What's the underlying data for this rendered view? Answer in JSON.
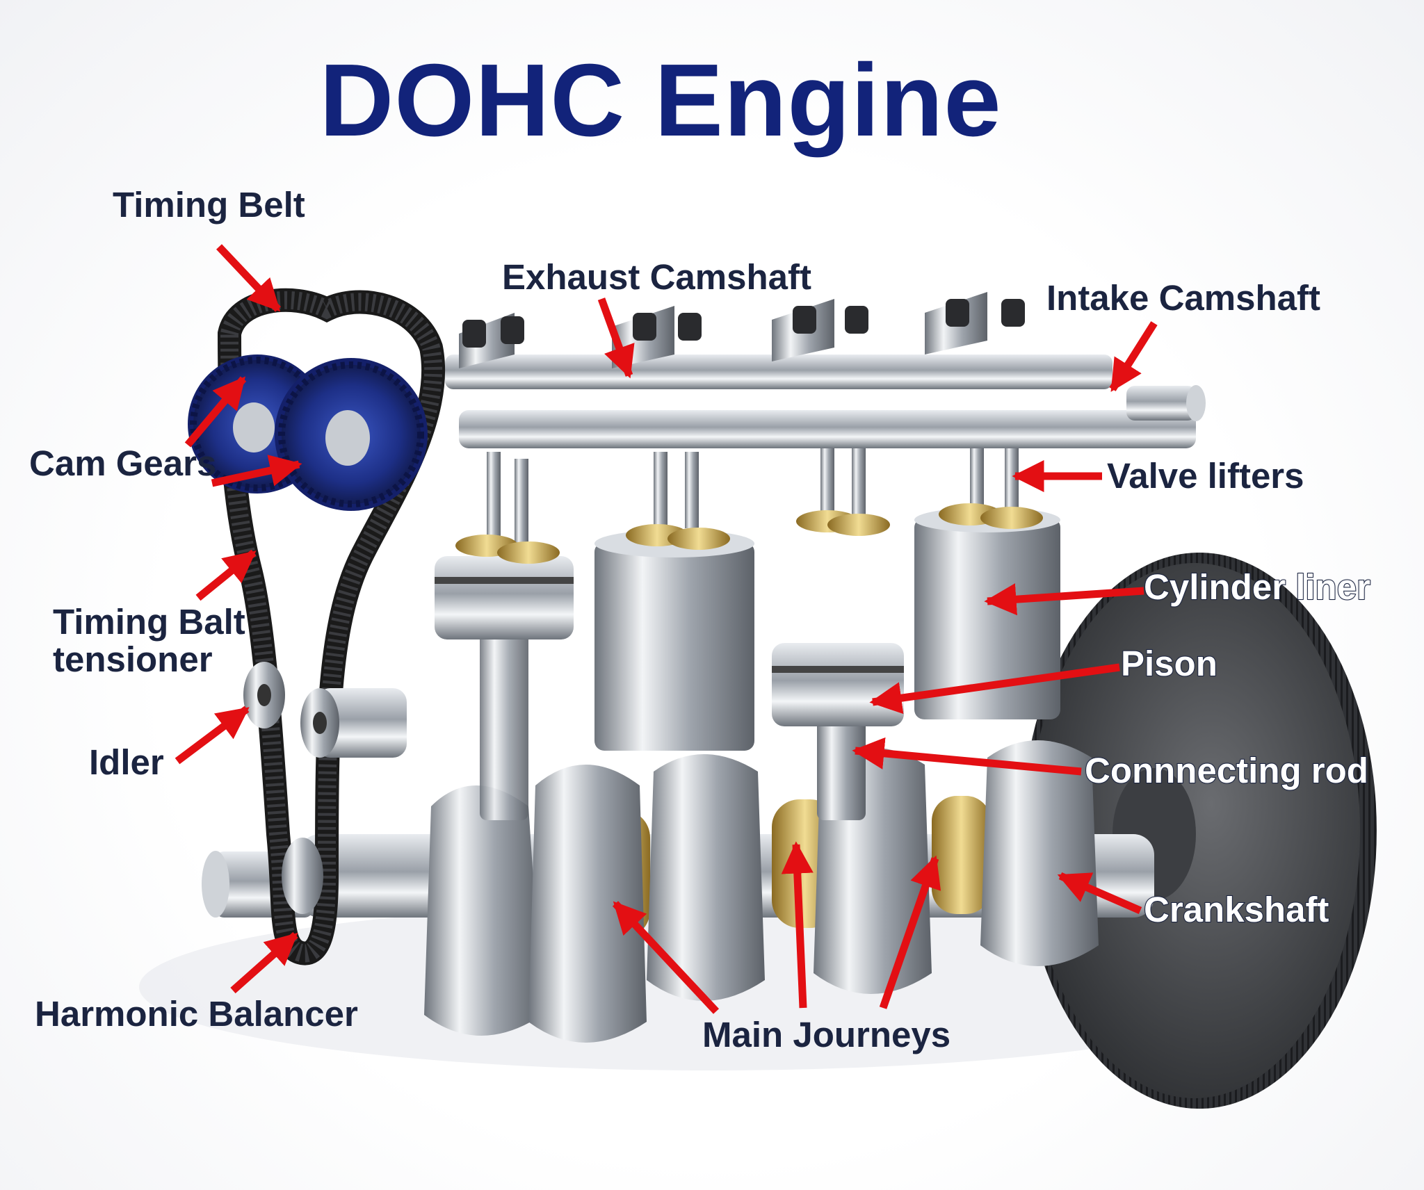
{
  "title": "DOHC Engine",
  "colors": {
    "title": "#12237a",
    "label": "#1b2440",
    "arrow": "#e30f13",
    "gear": "#1f3a9a",
    "belt": "#1a1a1a",
    "steel": "#b9bec6",
    "brass": "#c9a24a"
  },
  "labels": {
    "timing_belt": "Timing Belt",
    "exhaust_camshaft": "Exhaust Camshaft",
    "intake_camshaft": "Intake Camshaft",
    "cam_gears": "Cam Gears",
    "valve_lifters": "Valve lifters",
    "timing_belt_tensioner_line1": "Timing Balt",
    "timing_belt_tensioner_line2": "tensioner",
    "cylinder_liner": "Cylinder liner",
    "piston": "Pison",
    "idler": "Idler",
    "connecting_rod": "Connnecting rod",
    "crankshaft": "Crankshaft",
    "harmonic_balancer": "Harmonic Balancer",
    "main_journeys": "Main Journeys"
  }
}
